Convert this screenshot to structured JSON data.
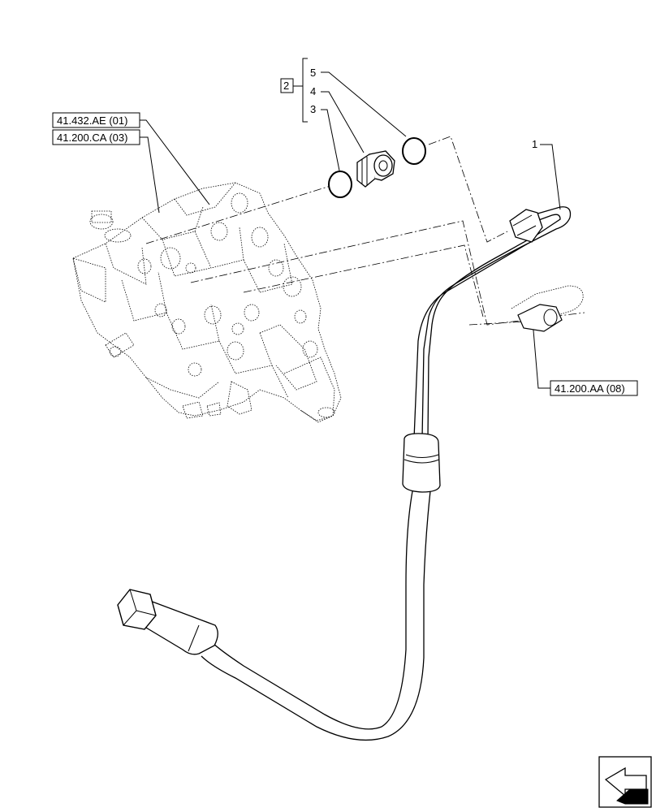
{
  "references": {
    "ref1": "41.432.AE (01)",
    "ref2": "41.200.CA (03)",
    "ref3": "41.200.AA (08)"
  },
  "callouts": {
    "group": "2",
    "item5": "5",
    "item4": "4",
    "item3": "3",
    "item1": "1"
  },
  "nav_icon": "next-page-arrow-icon"
}
